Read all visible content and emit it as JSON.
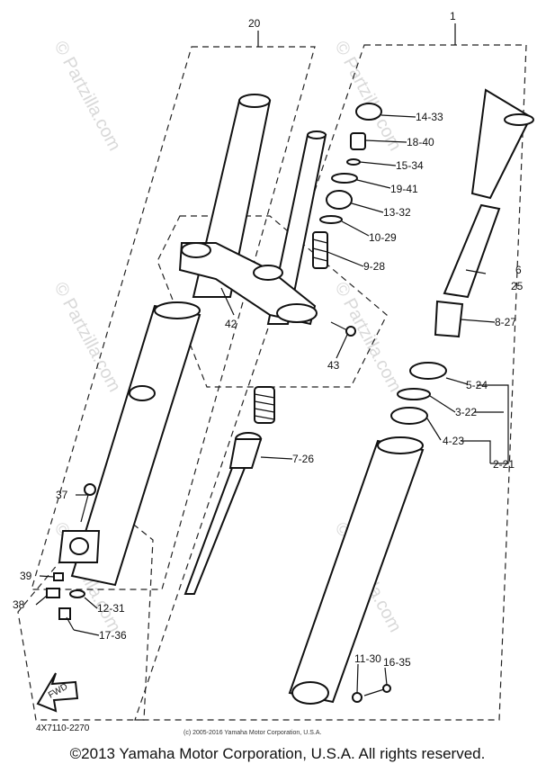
{
  "watermark": "© Partzilla.com",
  "labels": {
    "l20": "20",
    "l1": "1",
    "l14_33": "14-33",
    "l18_40": "18-40",
    "l15_34": "15-34",
    "l19_41": "19-41",
    "l13_32": "13-32",
    "l10_29": "10-29",
    "l9_28": "9-28",
    "l6": "6",
    "l25": "25",
    "l8_27": "8-27",
    "l42": "42",
    "l43": "43",
    "l5_24": "5-24",
    "l3_22": "3-22",
    "l4_23": "4-23",
    "l2_21": "2-21",
    "l7_26": "7-26",
    "l37": "37",
    "l39": "39",
    "l38": "38",
    "l12_31": "12-31",
    "l17_36": "17-36",
    "l11_30": "11-30",
    "l16_35": "16-35",
    "fwd": "FWD"
  },
  "diagram_code": "4X7110-2270",
  "fine_copyright": "(c) 2005-2016 Yamaha Motor Corporation, U.S.A.",
  "copyright": "©2013 Yamaha Motor Corporation, U.S.A. All rights reserved."
}
